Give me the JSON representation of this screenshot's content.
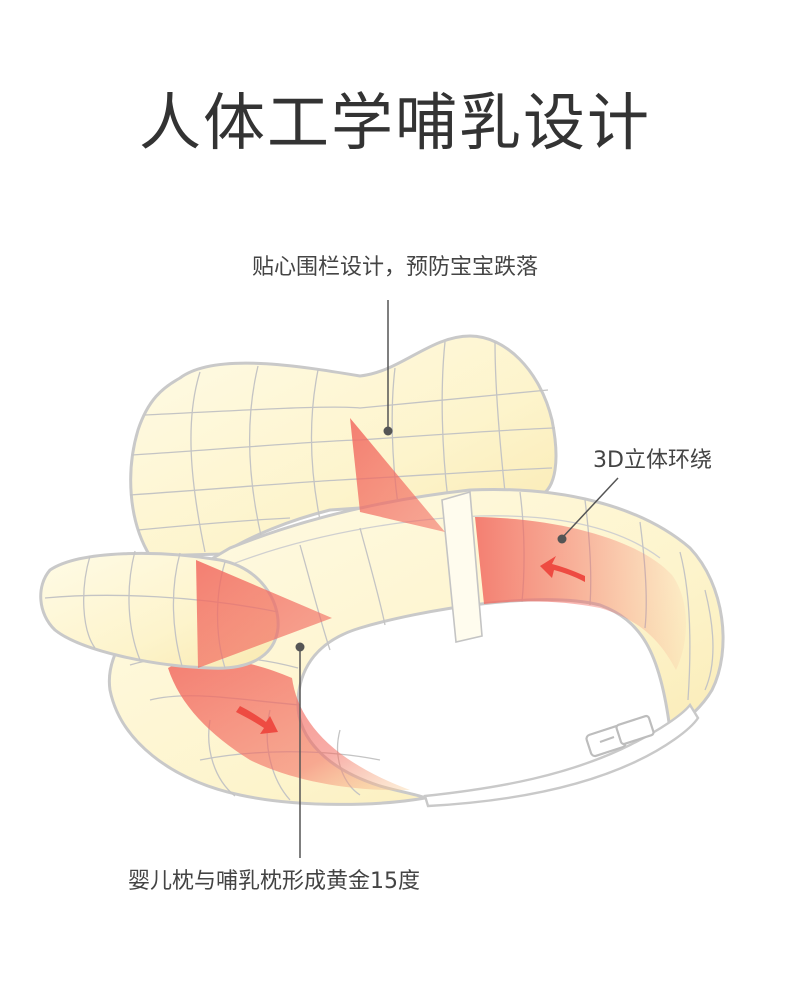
{
  "title": "人体工学哺乳设计",
  "callouts": {
    "top": "贴心围栏设计，预防宝宝跌落",
    "right": "3D立体环绕",
    "bottom": "婴儿枕与哺乳枕形成黄金15度"
  },
  "colors": {
    "pillow_fill": "#fdf5cf",
    "pillow_outline": "#c8c8c8",
    "highlight_red": "#f2635a",
    "text": "#333333"
  }
}
